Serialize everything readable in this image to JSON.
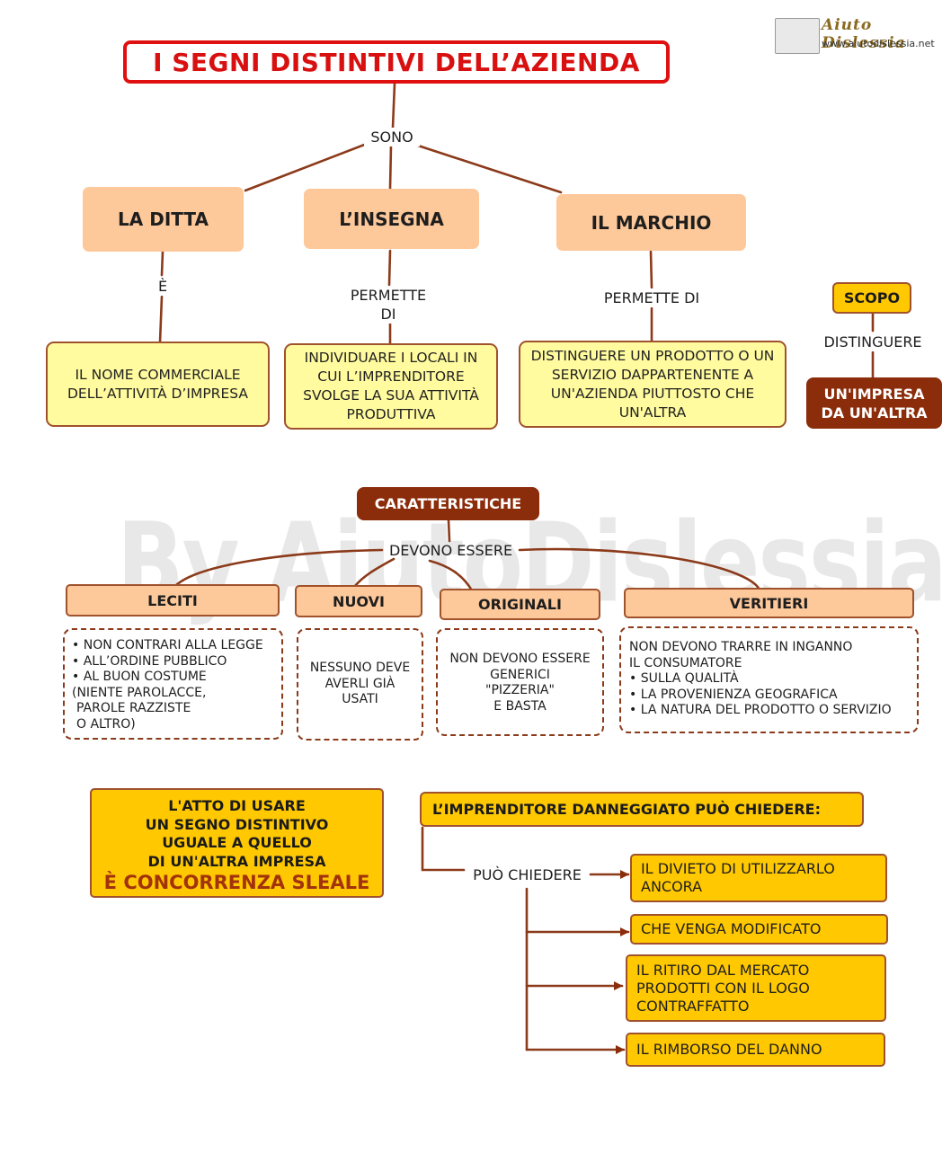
{
  "title": "I SEGNI DISTINTIVI DELL’AZIENDA",
  "logo": {
    "name": "Aiuto Dislessia",
    "url": "www.aiutodislessia.net"
  },
  "watermark": "By AiutoDislessia.net",
  "sono_label": "SONO",
  "segni": [
    {
      "name": "LA DITTA",
      "connector": "È",
      "description": "IL  NOME COMMERCIALE DELL’ATTIVITÀ D’IMPRESA"
    },
    {
      "name": "L’INSEGNA",
      "connector": "PERMETTE DI",
      "description": "INDIVIDUARE I LOCALI IN CUI L’IMPRENDITORE SVOLGE LA SUA ATTIVITÀ PRODUTTIVA"
    },
    {
      "name": "IL MARCHIO",
      "connector": "PERMETTE DI",
      "description": "DISTINGUERE UN PRODOTTO O UN SERVIZIO DAPPARTENENTE A UN'AZIENDA PIUTTOSTO CHE UN'ALTRA"
    }
  ],
  "scopo": {
    "label": "SCOPO",
    "connector": "DISTINGUERE",
    "result": "UN'IMPRESA DA UN'ALTRA"
  },
  "caratteristiche": {
    "label": "CARATTERISTICHE",
    "connector": "DEVONO ESSERE",
    "items": [
      {
        "name": "LECITI",
        "bullets": [
          "NON CONTRARI ALLA LEGGE",
          "ALL’ORDINE PUBBLICO",
          "AL BUON COSTUME"
        ],
        "extra": [
          "(NIENTE PAROLACCE,",
          "PAROLE RAZZISTE",
          "O ALTRO)"
        ]
      },
      {
        "name": "NUOVI",
        "text": [
          "NESSUNO DEVE",
          "AVERLI GIÀ",
          "USATI"
        ]
      },
      {
        "name": "ORIGINALI",
        "text": [
          "NON DEVONO ESSERE",
          "GENERICI",
          "\"PIZZERIA\"",
          "E BASTA"
        ]
      },
      {
        "name": "VERITIERI",
        "intro": [
          "NON DEVONO TRARRE IN INGANNO",
          "IL CONSUMATORE"
        ],
        "bullets": [
          "SULLA QUALITÀ",
          "LA PROVENIENZA GEOGRAFICA",
          "LA NATURA DEL PRODOTTO O SERVIZIO"
        ]
      }
    ]
  },
  "concorrenza": {
    "lines": [
      "L'ATTO DI USARE",
      "UN SEGNO DISTINTIVO",
      "UGUALE A QUELLO",
      "DI UN'ALTRA IMPRESA"
    ],
    "highlight": "È CONCORRENZA SLEALE"
  },
  "imprenditore": {
    "header": "L’IMPRENDITORE DANNEGGIATO PUÒ CHIEDERE:",
    "connector": "PUÒ CHIEDERE",
    "requests": [
      [
        "IL DIVIETO DI UTILIZZARLO",
        "ANCORA"
      ],
      [
        "CHE VENGA MODIFICATO"
      ],
      [
        "IL RITIRO DAL MERCATO",
        "PRODOTTI CON IL LOGO",
        "CONTRAFFATTO"
      ],
      [
        "IL RIMBORSO DEL DANNO"
      ]
    ]
  },
  "colors": {
    "title_red": "#d81010",
    "salmon": "#fdc89a",
    "pale_yellow": "#fffb9e",
    "gold": "#ffc800",
    "brown": "#8b2c0a",
    "line": "#8b3a1a"
  }
}
